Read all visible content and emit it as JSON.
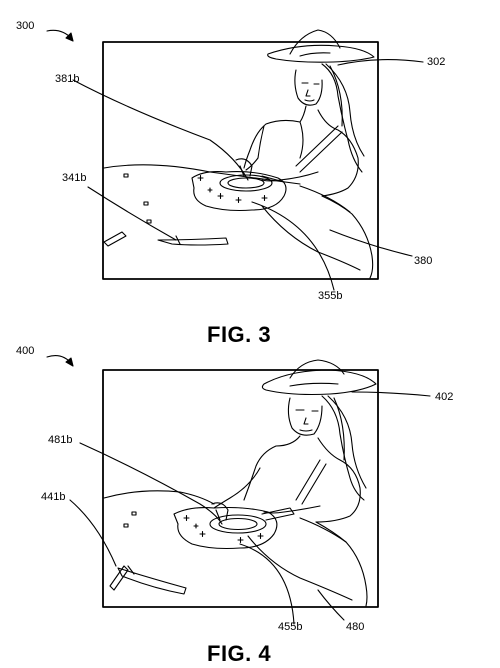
{
  "figures": [
    {
      "ref": "300",
      "title": "FIG. 3",
      "callouts": {
        "hat": "302",
        "plate": "381b",
        "knife": "341b",
        "body": "380",
        "food": "355b"
      }
    },
    {
      "ref": "400",
      "title": "FIG. 4",
      "callouts": {
        "hat": "402",
        "plate": "481b",
        "knife": "441b",
        "body": "480",
        "food": "455b"
      }
    }
  ]
}
